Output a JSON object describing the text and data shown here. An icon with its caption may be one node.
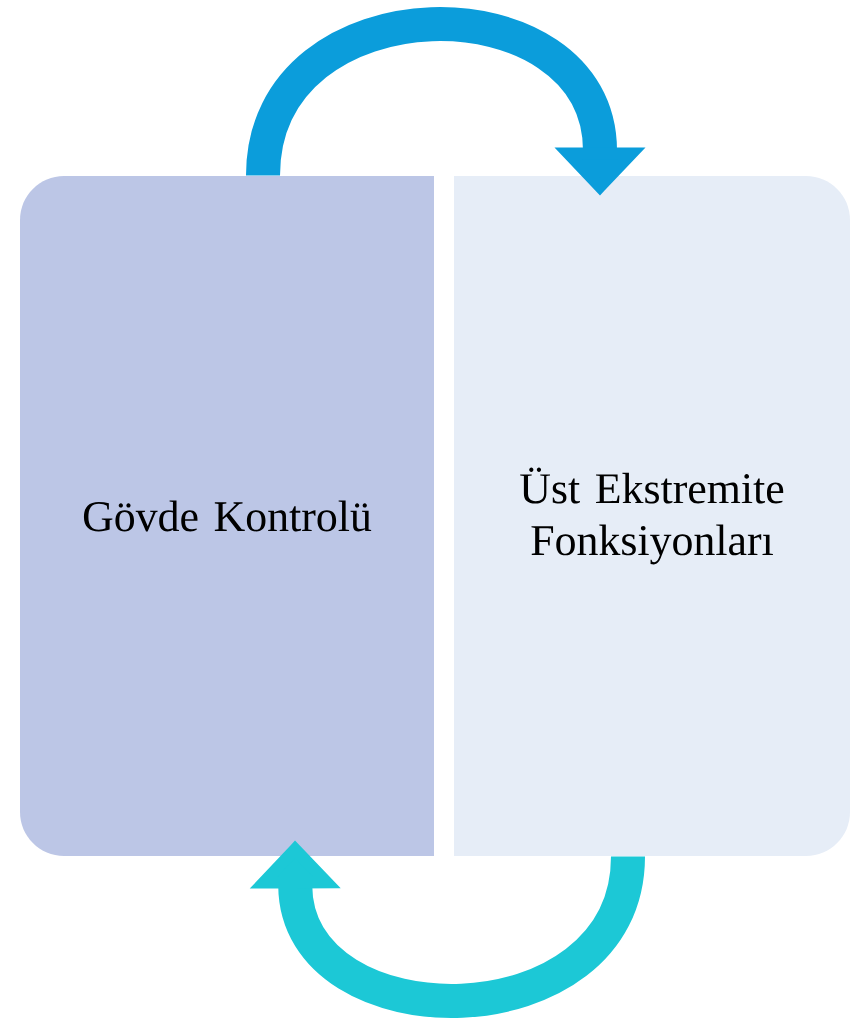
{
  "diagram": {
    "nodes": [
      {
        "text": [
          "Gövde Kontrolü"
        ]
      },
      {
        "text": [
          "Üst Ekstremite Fonksiyonları"
        ]
      }
    ],
    "edges": [
      {
        "from": 0,
        "to": 1,
        "arrow": "to",
        "color": "#0b9ddb"
      },
      {
        "from": 1,
        "to": 0,
        "arrow": "to",
        "color": "#1cc8d6"
      }
    ]
  }
}
